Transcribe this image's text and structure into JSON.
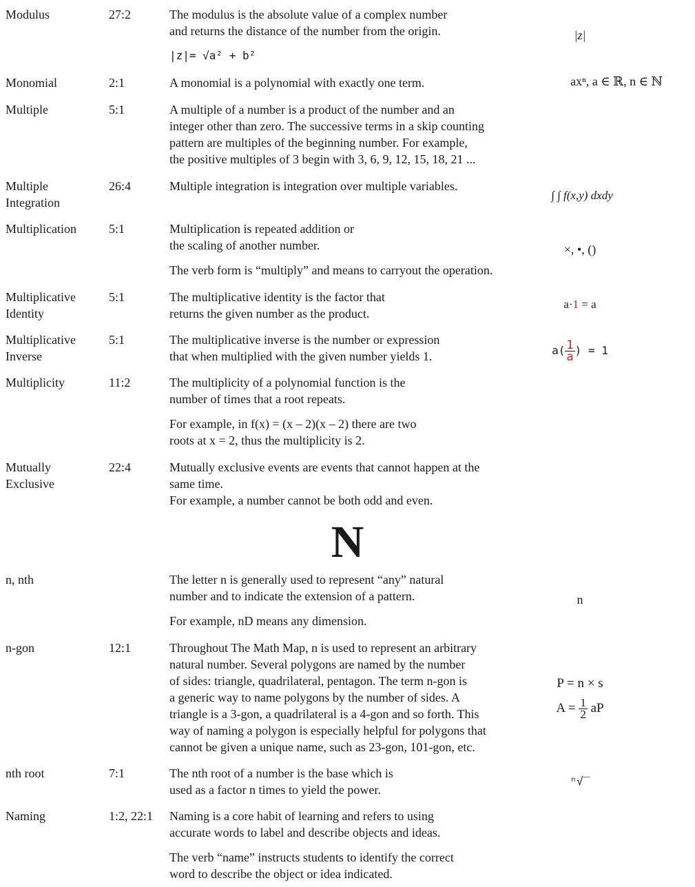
{
  "entries": {
    "modulus": {
      "term": "Modulus",
      "ref": "27:2",
      "desc": [
        "The modulus is the absolute value of a complex number",
        "and returns the distance of the number from the origin."
      ],
      "formula": "|z|= √a² + b²",
      "symbol": "|z|"
    },
    "monomial": {
      "term": "Monomial",
      "ref": "2:1",
      "desc": [
        "A monomial is a polynomial with exactly one term."
      ],
      "symbol": "axⁿ, a ∈ ℝ, n ∈ ℕ"
    },
    "multiple": {
      "term": "Multiple",
      "ref": "5:1",
      "desc": [
        "A multiple of a number is a product of the number and an",
        "integer other than zero. The successive terms in a skip counting",
        "pattern are multiples of the beginning number. For example,",
        "the positive multiples of 3 begin with 3, 6, 9, 12, 15, 18, 21 ..."
      ]
    },
    "multiple_integration": {
      "term_lines": [
        "Multiple",
        "Integration"
      ],
      "ref": "26:4",
      "desc": [
        "Multiple integration is integration over multiple variables."
      ],
      "symbol": "∫ ∫ f(x,y) dxdy"
    },
    "multiplication": {
      "term": "Multiplication",
      "ref": "5:1",
      "desc_p1": [
        "Multiplication is repeated addition or",
        "the scaling of another number."
      ],
      "desc_p2": "The verb form is “multiply” and means to carryout the operation.",
      "symbol": "×, •, ()"
    },
    "multiplicative_identity": {
      "term_lines": [
        "Multiplicative",
        "Identity"
      ],
      "ref": "5:1",
      "desc": [
        "The multiplicative identity is the factor that",
        "returns the given number as the product."
      ],
      "symbol_a": "a·",
      "symbol_one": "1",
      "symbol_b": " = a"
    },
    "multiplicative_inverse": {
      "term_lines": [
        "Multiplicative",
        "Inverse"
      ],
      "ref": "5:1",
      "desc": [
        "The multiplicative inverse is the number or expression",
        "that when multiplied with the given number yields 1."
      ],
      "symbol_a": "a",
      "frac_num": "1",
      "frac_den": "a",
      "symbol_eq": "= 1"
    },
    "multiplicity": {
      "term": "Multiplicity",
      "ref": "11:2",
      "desc_p1": [
        "The multiplicity of a polynomial function is the",
        "number of times that a root repeats."
      ],
      "desc_p2": [
        "For example, in f(x) = (x – 2)(x – 2) there are two",
        "roots at x = 2, thus the multiplicity is 2."
      ]
    },
    "mutually_exclusive": {
      "term_lines": [
        "Mutually",
        "Exclusive"
      ],
      "ref": "22:4",
      "desc": [
        "Mutually exclusive events are events that cannot happen at the",
        "same time.",
        "For example, a number cannot be both odd and even."
      ]
    },
    "section_letter": "N",
    "n_nth": {
      "term": "n, nth",
      "desc_p1": [
        "The letter n is generally used to represent “any” natural",
        "number and to indicate the extension of a pattern."
      ],
      "desc_p2": "For example, nD means any dimension.",
      "symbol": "n"
    },
    "n_gon": {
      "term": "n-gon",
      "ref": "12:1",
      "desc": [
        "Throughout The Math Map, n is used to represent an arbitrary",
        "natural number. Several polygons are named by the number",
        "of sides: triangle, quadrilateral, pentagon. The term n-gon is",
        "a generic way to name polygons by the number of sides. A",
        "triangle is a 3-gon, a quadrilateral is a 4-gon and so forth. This",
        "way of naming a polygon is especially helpful for polygons that",
        "cannot be given a unique name, such as 23-gon, 101-gon, etc."
      ],
      "symbol_line1": "P = n × s",
      "symbol_line2_a": "A =",
      "frac_num": "1",
      "frac_den": "2",
      "symbol_line2_b": "aP"
    },
    "nth_root": {
      "term": "nth root",
      "ref": "7:1",
      "desc": [
        "The nth root of a number is the base which is",
        "used as a factor n times to yield the power."
      ],
      "symbol": "ⁿ√‾"
    },
    "naming": {
      "term": "Naming",
      "ref": "1:2, 22:1",
      "desc_p1": [
        "Naming is a core habit of learning and refers to using",
        "accurate words to label and describe objects and ideas."
      ],
      "desc_p2": [
        "The verb “name” instructs students to identify the correct",
        "word to describe the object or idea indicated."
      ]
    }
  }
}
